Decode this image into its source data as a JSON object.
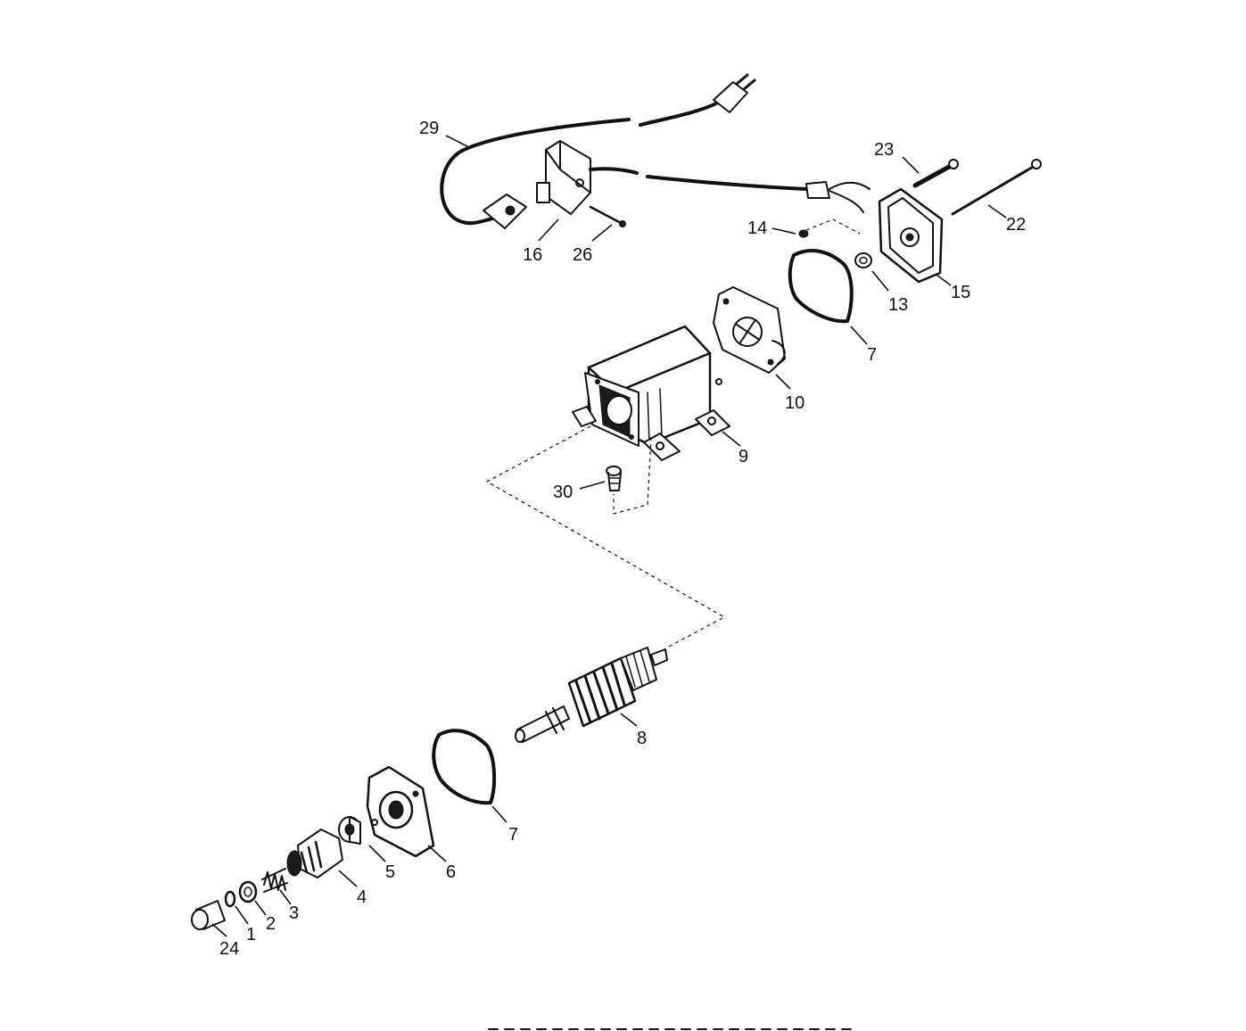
{
  "diagram": {
    "type": "exploded-parts-view",
    "callouts": {
      "p29": "29",
      "p16": "16",
      "p26": "26",
      "p23": "23",
      "p22": "22",
      "p14": "14",
      "p13": "13",
      "p15": "15",
      "p7_upper": "7",
      "p10": "10",
      "p9": "9",
      "p30": "30",
      "p8": "8",
      "p7_lower": "7",
      "p6": "6",
      "p5": "5",
      "p4": "4",
      "p3": "3",
      "p2": "2",
      "p1": "1",
      "p24": "24"
    }
  }
}
